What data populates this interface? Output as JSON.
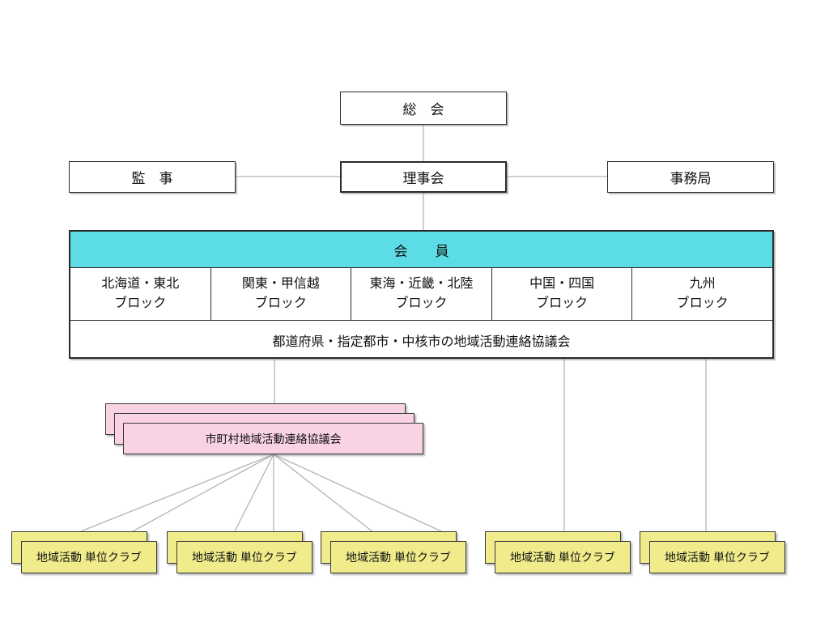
{
  "title": "organization chart",
  "colors": {
    "member_header_bg": "#5CDDE5",
    "municipal_council_bg": "#F9D3E3",
    "unit_club_bg": "#F0EC8C",
    "box_border": "#2b2b2b",
    "connector_line": "#B4B4B4"
  },
  "boxes": {
    "general_meeting": "総　会",
    "auditor": "監　事",
    "board_of_directors": "理事会",
    "secretariat": "事務局"
  },
  "member_table": {
    "header": "会　　員",
    "blocks": [
      {
        "region": "北海道・東北",
        "suffix": "ブロック"
      },
      {
        "region": "関東・甲信越",
        "suffix": "ブロック"
      },
      {
        "region": "東海・近畿・北陸",
        "suffix": "ブロック"
      },
      {
        "region": "中国・四国",
        "suffix": "ブロック"
      },
      {
        "region": "九州",
        "suffix": "ブロック"
      }
    ],
    "footer": "都道府県・指定都市・中核市の地域活動連絡協議会"
  },
  "municipal_council": {
    "label": "市町村地域活動連絡協議会"
  },
  "unit_clubs": [
    {
      "label": "地域活動 単位クラブ"
    },
    {
      "label": "地域活動 単位クラブ"
    },
    {
      "label": "地域活動 単位クラブ"
    },
    {
      "label": "地域活動 単位クラブ"
    },
    {
      "label": "地域活動 単位クラブ"
    }
  ]
}
